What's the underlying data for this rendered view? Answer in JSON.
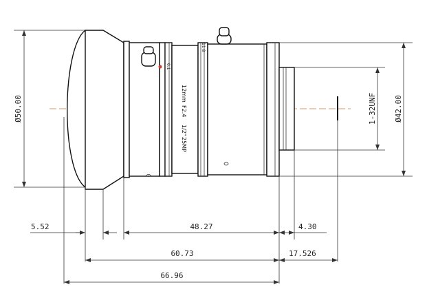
{
  "dimensions": {
    "outer_diameter": "Ø50.00",
    "mount_diameter": "Ø42.00",
    "thread": "1-32UNF",
    "len_front_flange": "5.52",
    "len_body": "48.27",
    "len_mount": "4.30",
    "len_total_mount": "60.73",
    "back_focal": "17.526",
    "len_overall": "66.96"
  },
  "lens_markings": {
    "focal": "12mm",
    "aperture": "F2.4",
    "format": "1/2\"",
    "resolution": "25MP",
    "ring_focus": "0.1",
    "ring_inf": "∞",
    "ring_iris": "11 8"
  },
  "colors": {
    "line": "#111111",
    "axis": "#c87832",
    "dot": "#d23c32"
  }
}
